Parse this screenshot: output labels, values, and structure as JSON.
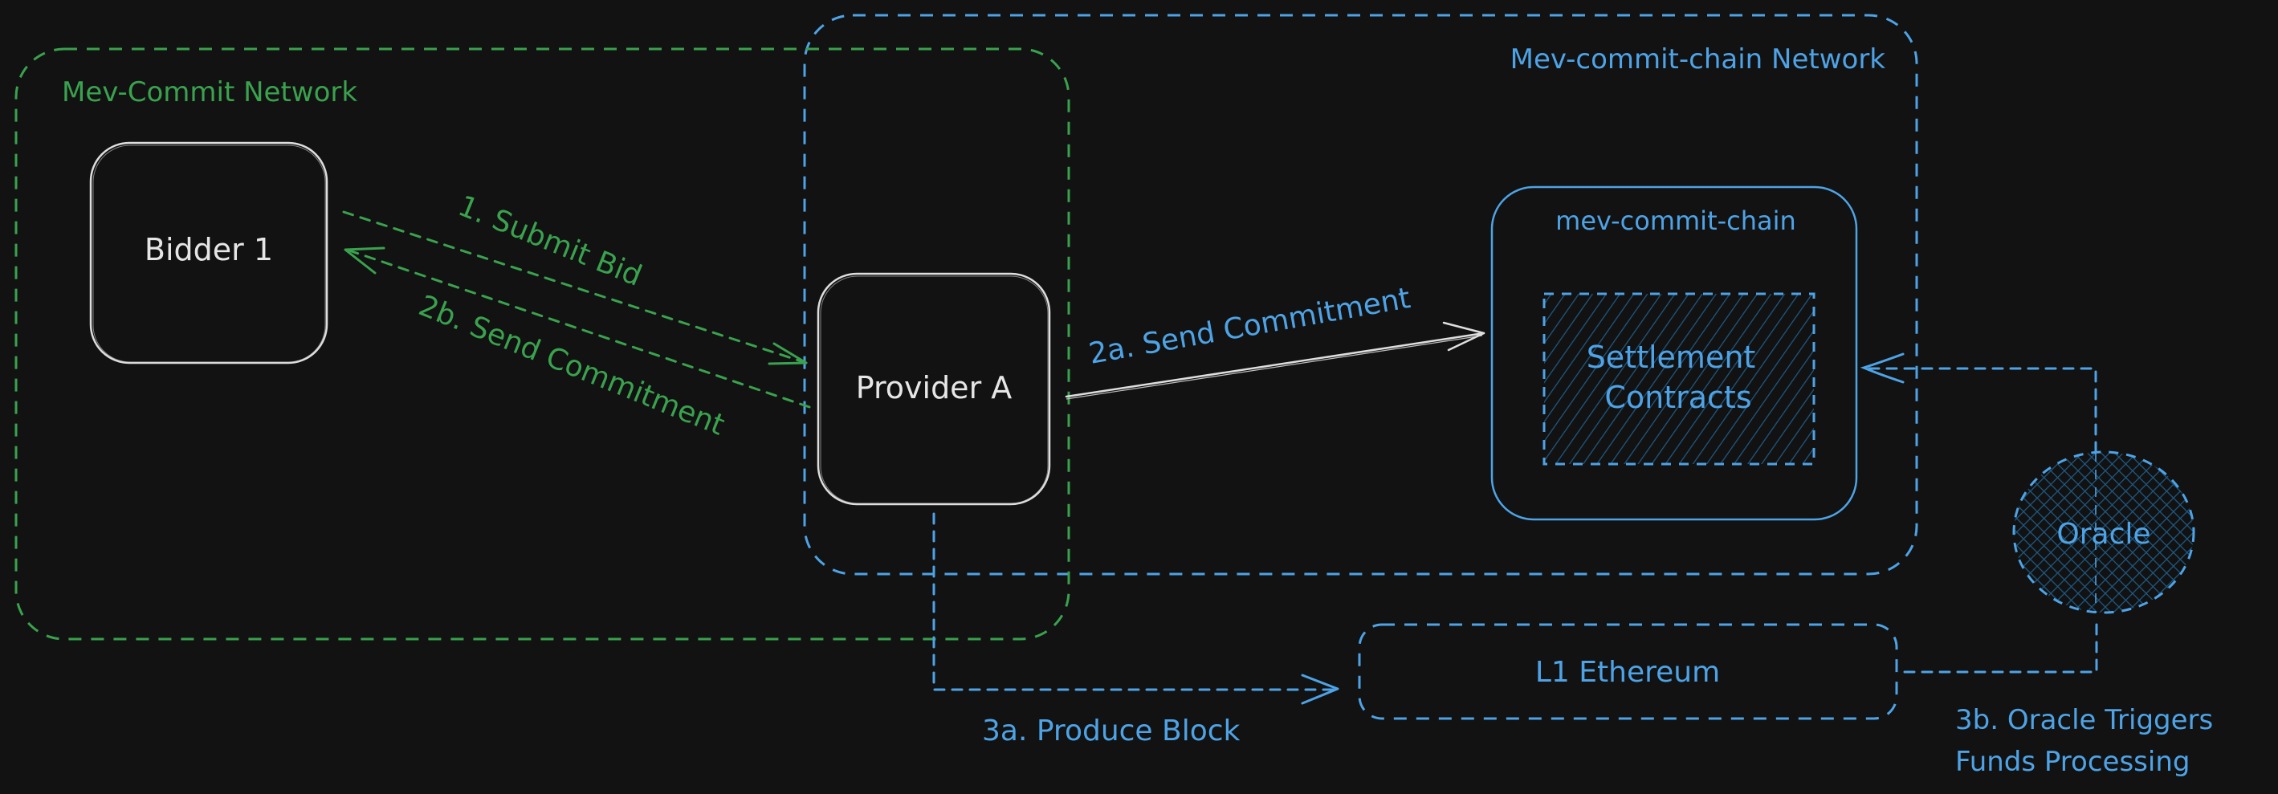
{
  "diagram": {
    "colors": {
      "background": "#121212",
      "mev_commit_network": "#3aa24e",
      "mev_commit_chain": "#4ea3e6",
      "node": "#dedede",
      "hatch": "#1f5a85"
    },
    "groups": {
      "mev_commit_network": {
        "label": "Mev-Commit Network"
      },
      "mev_commit_chain_network": {
        "label": "Mev-commit-chain Network"
      }
    },
    "nodes": {
      "bidder": {
        "label": "Bidder 1"
      },
      "provider": {
        "label": "Provider A"
      },
      "chain": {
        "label": "mev-commit-chain"
      },
      "settlement": {
        "line1": "Settlement",
        "line2": "Contracts"
      },
      "l1": {
        "label": "L1 Ethereum"
      },
      "oracle": {
        "label": "Oracle"
      }
    },
    "edges": {
      "submit_bid": {
        "label": "1. Submit Bid",
        "from": "Bidder 1",
        "to": "Provider A",
        "style": "dashed"
      },
      "send_commitment_bidder": {
        "label": "2b. Send Commitment",
        "from": "Provider A",
        "to": "Bidder 1",
        "style": "dashed"
      },
      "send_commitment_chain": {
        "label": "2a. Send Commitment",
        "from": "Provider A",
        "to": "mev-commit-chain",
        "style": "solid"
      },
      "produce_block": {
        "label": "3a. Produce Block",
        "from": "Provider A",
        "to": "L1 Ethereum",
        "style": "dashed"
      },
      "oracle_triggers": {
        "line1": "3b. Oracle Triggers",
        "line2": "Funds Processing",
        "from": "Oracle",
        "to": "mev-commit-chain",
        "style": "dashed"
      }
    }
  }
}
